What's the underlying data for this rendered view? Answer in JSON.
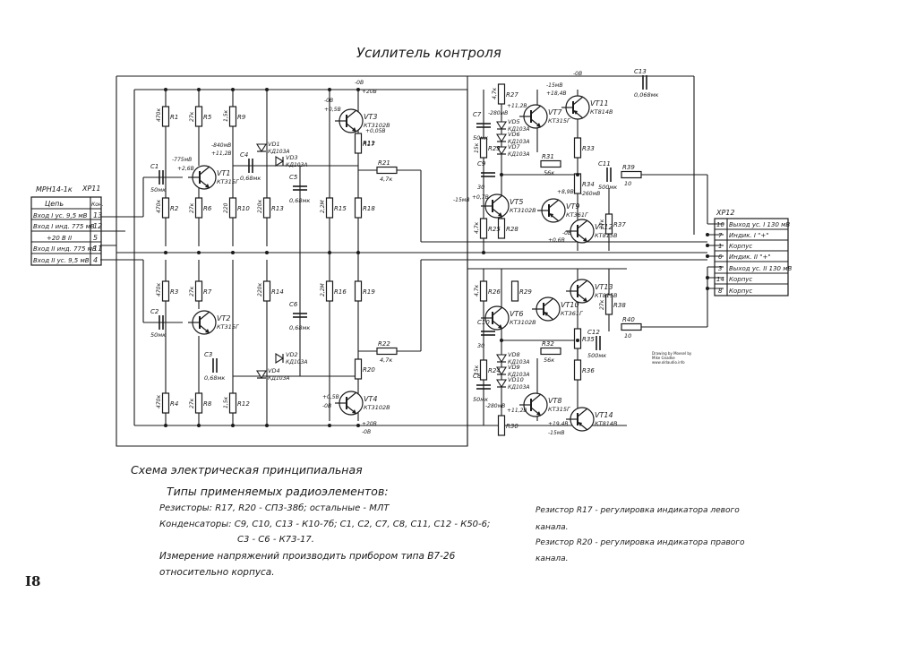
{
  "title": "Усилитель контроля",
  "left_connector": {
    "name": "МРН14-1к",
    "ref": "ХР11",
    "header_label": "Цепь",
    "header_pin": "Кон.",
    "rows": [
      {
        "label": "Вход I ус. 9,5 мВ",
        "pin": "13"
      },
      {
        "label": "Вход I инд. 775 мВ",
        "pin": "12"
      },
      {
        "label": "+20 В II",
        "pin": "5"
      },
      {
        "label": "Вход II инд. 775 мВ",
        "pin": "11"
      },
      {
        "label": "Вход II ус. 9,5 мВ",
        "pin": "4"
      }
    ]
  },
  "right_connector": {
    "ref": "ХР12",
    "rows": [
      {
        "pin": "10",
        "label": "Выход ус. I 130 мВ"
      },
      {
        "pin": "7",
        "label": "Индик. I \"+\""
      },
      {
        "pin": "1",
        "label": "Корпус"
      },
      {
        "pin": "6",
        "label": "Индик. II \"+\""
      },
      {
        "pin": "3",
        "label": "Выход ус. II 130 мВ"
      },
      {
        "pin": "14",
        "label": "Корпус"
      },
      {
        "pin": "8",
        "label": "Корпус"
      }
    ]
  },
  "components": {
    "transistors": [
      {
        "ref": "VT1",
        "type": "КТ315Г"
      },
      {
        "ref": "VT2",
        "type": "КТ315Г"
      },
      {
        "ref": "VT3",
        "type": "КТ3102В"
      },
      {
        "ref": "VT4",
        "type": "КТ3102В"
      },
      {
        "ref": "VT5",
        "type": "КТ3102В"
      },
      {
        "ref": "VT6",
        "type": "КТ3102В"
      },
      {
        "ref": "VT7",
        "type": "КТ315Г"
      },
      {
        "ref": "VT8",
        "type": "КТ315Г"
      },
      {
        "ref": "VT9",
        "type": "КТ361Г"
      },
      {
        "ref": "VT10",
        "type": "КТ361Г"
      },
      {
        "ref": "VT11",
        "type": "КТ814В"
      },
      {
        "ref": "VT12",
        "type": "КТ815В"
      },
      {
        "ref": "VT13",
        "type": "КТ815В"
      },
      {
        "ref": "VT14",
        "type": "КТ814В"
      }
    ],
    "resistors": [
      {
        "ref": "R1",
        "value": "470к"
      },
      {
        "ref": "R2",
        "value": "470к"
      },
      {
        "ref": "R3",
        "value": "470к"
      },
      {
        "ref": "R4",
        "value": "470к"
      },
      {
        "ref": "R5",
        "value": "27к"
      },
      {
        "ref": "R6",
        "value": "27к"
      },
      {
        "ref": "R7",
        "value": "27к"
      },
      {
        "ref": "R8",
        "value": "27к"
      },
      {
        "ref": "R9",
        "value": "1,5к"
      },
      {
        "ref": "R10",
        "value": "220"
      },
      {
        "ref": "R11",
        "value": "4,7к"
      },
      {
        "ref": "R12",
        "value": "1,5к"
      },
      {
        "ref": "R13",
        "value": "220к"
      },
      {
        "ref": "R14",
        "value": "220к"
      },
      {
        "ref": "R15",
        "value": "2,2М"
      },
      {
        "ref": "R16",
        "value": "2,2М"
      },
      {
        "ref": "R17",
        "value": ""
      },
      {
        "ref": "R18",
        "value": ""
      },
      {
        "ref": "R19",
        "value": ""
      },
      {
        "ref": "R20",
        "value": ""
      },
      {
        "ref": "R21",
        "value": "4,7к"
      },
      {
        "ref": "R22",
        "value": "4,7к"
      },
      {
        "ref": "R23",
        "value": "15к"
      },
      {
        "ref": "R24",
        "value": "15к"
      },
      {
        "ref": "R25",
        "value": "4,7к"
      },
      {
        "ref": "R26",
        "value": "4,7к"
      },
      {
        "ref": "R27",
        "value": "4,7к"
      },
      {
        "ref": "R28",
        "value": ""
      },
      {
        "ref": "R29",
        "value": ""
      },
      {
        "ref": "R30",
        "value": ""
      },
      {
        "ref": "R31",
        "value": "56к"
      },
      {
        "ref": "R32",
        "value": "56к"
      },
      {
        "ref": "R33",
        "value": ""
      },
      {
        "ref": "R34",
        "value": ""
      },
      {
        "ref": "R35",
        "value": ""
      },
      {
        "ref": "R36",
        "value": ""
      },
      {
        "ref": "R37",
        "value": "27к"
      },
      {
        "ref": "R38",
        "value": "27к"
      },
      {
        "ref": "R39",
        "value": "10"
      },
      {
        "ref": "R40",
        "value": "10"
      }
    ],
    "capacitors": [
      {
        "ref": "C1",
        "value": "50мк"
      },
      {
        "ref": "C2",
        "value": "50мк"
      },
      {
        "ref": "C3",
        "value": "0,68мк"
      },
      {
        "ref": "C4",
        "value": "0,68мк"
      },
      {
        "ref": "C5",
        "value": "0,68мк"
      },
      {
        "ref": "C6",
        "value": "0,68мк"
      },
      {
        "ref": "C7",
        "value": "50мк"
      },
      {
        "ref": "C8",
        "value": "50мк"
      },
      {
        "ref": "C9",
        "value": "30"
      },
      {
        "ref": "C10",
        "value": "30"
      },
      {
        "ref": "C11",
        "value": "500мк"
      },
      {
        "ref": "C12",
        "value": "500мк"
      },
      {
        "ref": "C13",
        "value": "0,068мк"
      }
    ],
    "diodes": [
      {
        "ref": "VD1",
        "type": "КД103А"
      },
      {
        "ref": "VD2",
        "type": "КД103А"
      },
      {
        "ref": "VD3",
        "type": "КД103А"
      },
      {
        "ref": "VD4",
        "type": "КД103А"
      },
      {
        "ref": "VD5",
        "type": "КД103А"
      },
      {
        "ref": "VD6",
        "type": "КД103А"
      },
      {
        "ref": "VD7",
        "type": "КД103А"
      },
      {
        "ref": "VD8",
        "type": "КД103А"
      },
      {
        "ref": "VD9",
        "type": "КД103А"
      },
      {
        "ref": "VD10",
        "type": "КД103А"
      }
    ]
  },
  "voltages": {
    "vt1_e": "-775мВ",
    "vt1_b": "+2,6В",
    "vt1_c": "-840мВ",
    "vt1_c2": "+11,2В",
    "vt3_top": "-0В",
    "vt3_top2": "+20В",
    "vt3_b": "-0В",
    "vt3_b2": "+0,5В",
    "vt3_e": "+0,05В",
    "vt11_top": "-0В",
    "vt11_b": "-15мВ",
    "vt11_b2": "+18,4В",
    "vt7_b": "-280мВ",
    "vt7_b2": "+11,2В",
    "vt5_b": "-15мВ",
    "vt5_b2": "+0,7В",
    "vt9_b": "-260мВ",
    "vt9_b2": "+8,9В",
    "vt12_e": "-0В",
    "vt12_e2": "+0,6В",
    "vt4_b": "+0,5В",
    "vt4_e": "-0В",
    "vt4_c": "+20В",
    "vt4_c2": "-0В",
    "vt14_e": "+19,4В",
    "vt14_e2": "-15мВ",
    "vt8_b": "-280мВ",
    "vt8_b2": "+11,2В"
  },
  "credit": "Drawing by Moesel by\nMike Gnadke\nwww.oldaudio.info",
  "notes_left": [
    "Схема электрическая принципиальная",
    "Типы применяемых радиоэлементов:",
    "Резисторы: R17, R20 - СП3-38б; остальные - МЛТ",
    "Конденсаторы: С9, С10, С13 - К10-7б; С1, С2, С7, С8, С11, С12 - К50-6;",
    "С3 - С6 - К73-17.",
    "Измерение напряжений производить прибором типа В7-26",
    "относительно корпуса."
  ],
  "notes_right": [
    "Резистор R17 - регулировка индикатора левого",
    "канала.",
    "Резистор R20 - регулировка индикатора правого",
    "канала."
  ],
  "page_number": "I8"
}
